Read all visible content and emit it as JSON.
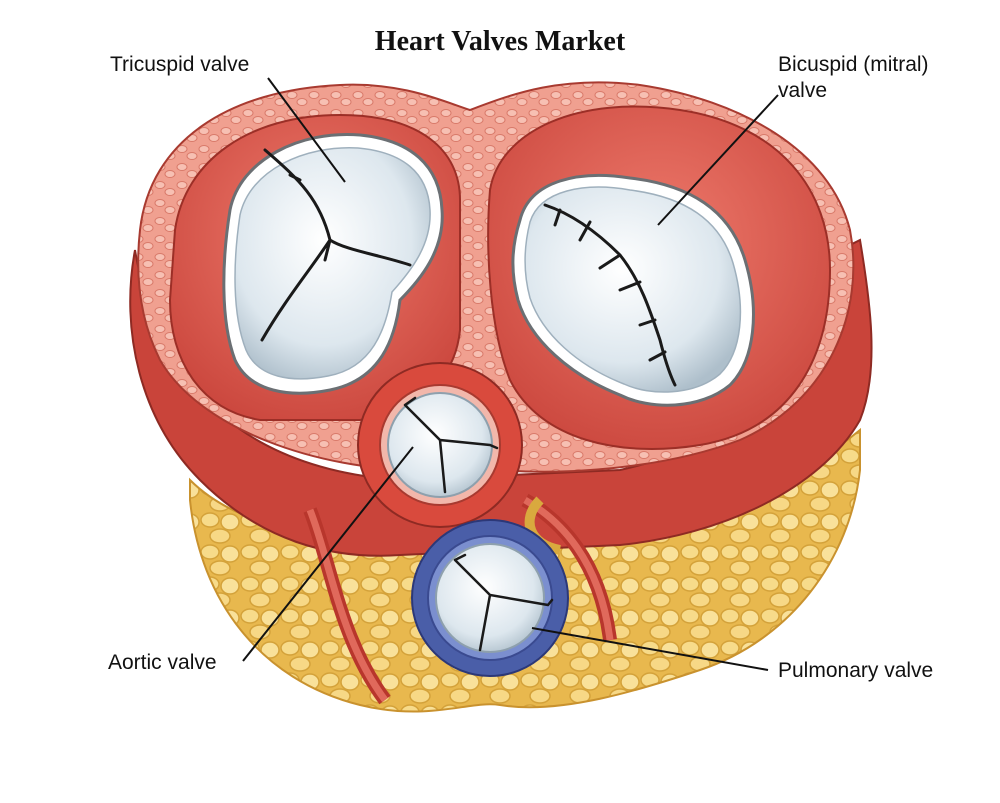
{
  "title": "Heart Valves Market",
  "labels": {
    "tricuspid": "Tricuspid valve",
    "bicuspid_line1": "Bicuspid (mitral)",
    "bicuspid_line2": "valve",
    "aortic": "Aortic valve",
    "pulmonary": "Pulmonary valve"
  },
  "colors": {
    "muscle": "#e05a4c",
    "muscle_dark": "#b8362c",
    "muscle_light": "#f19a8a",
    "fat": "#f4d27a",
    "fat_dark": "#d9a93e",
    "valve": "#dfe8ee",
    "pulmonary_ring": "#4a5ea8",
    "leader_line": "#111111"
  }
}
